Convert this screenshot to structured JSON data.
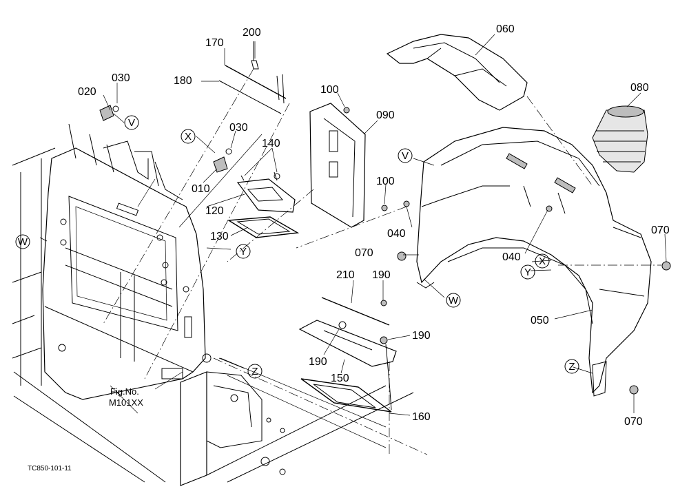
{
  "parts": [
    {
      "id": "p200",
      "label": "200"
    },
    {
      "id": "p170",
      "label": "170"
    },
    {
      "id": "p180",
      "label": "180"
    },
    {
      "id": "p030a",
      "label": "030"
    },
    {
      "id": "p020",
      "label": "020"
    },
    {
      "id": "p030b",
      "label": "030"
    },
    {
      "id": "p010",
      "label": "010"
    },
    {
      "id": "p140",
      "label": "140"
    },
    {
      "id": "p120",
      "label": "120"
    },
    {
      "id": "p130",
      "label": "130"
    },
    {
      "id": "p100a",
      "label": "100"
    },
    {
      "id": "p090",
      "label": "090"
    },
    {
      "id": "p100b",
      "label": "100"
    },
    {
      "id": "p060",
      "label": "060"
    },
    {
      "id": "p080",
      "label": "080"
    },
    {
      "id": "p040a",
      "label": "040"
    },
    {
      "id": "p040b",
      "label": "040"
    },
    {
      "id": "p070a",
      "label": "070"
    },
    {
      "id": "p070b",
      "label": "070"
    },
    {
      "id": "p070c",
      "label": "070"
    },
    {
      "id": "p050",
      "label": "050"
    },
    {
      "id": "p210",
      "label": "210"
    },
    {
      "id": "p190a",
      "label": "190"
    },
    {
      "id": "p190b",
      "label": "190"
    },
    {
      "id": "p190c",
      "label": "190"
    },
    {
      "id": "p150",
      "label": "150"
    },
    {
      "id": "p160",
      "label": "160"
    }
  ],
  "callouts": [
    {
      "id": "cV1",
      "letter": "V"
    },
    {
      "id": "cX1",
      "letter": "X"
    },
    {
      "id": "cW1",
      "letter": "W"
    },
    {
      "id": "cY1",
      "letter": "Y"
    },
    {
      "id": "cZ1",
      "letter": "Z"
    },
    {
      "id": "cV2",
      "letter": "V"
    },
    {
      "id": "cX2",
      "letter": "X"
    },
    {
      "id": "cY2",
      "letter": "Y"
    },
    {
      "id": "cW2",
      "letter": "W"
    },
    {
      "id": "cZ2",
      "letter": "Z"
    }
  ],
  "figure_reference": {
    "line1": "Fig.No.",
    "line2": "M101XX"
  },
  "drawing_code": "TC850-101-11"
}
